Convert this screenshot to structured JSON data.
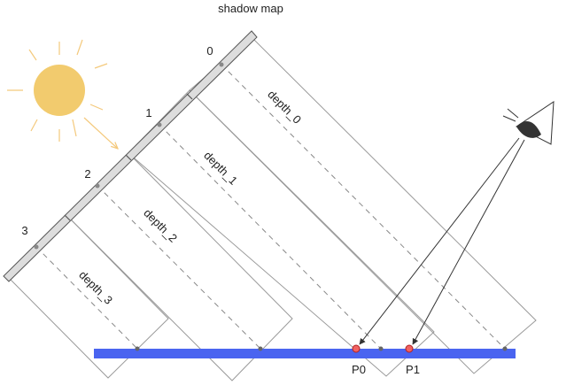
{
  "title": "shadow map",
  "map_indices": [
    "0",
    "1",
    "2",
    "3"
  ],
  "depth_labels": [
    "depth_0",
    "depth_1",
    "depth_2",
    "depth_3"
  ],
  "points": [
    "P0",
    "P1"
  ],
  "colors": {
    "sun": "#F2CB6E",
    "sun_rays": "#F4C97C",
    "shadow_map_fill": "#DDDDDD",
    "outline": "#555555",
    "frustum": "#999999",
    "ground": "#4A64F0",
    "point_fill": "#F06262",
    "point_stroke": "#B22222",
    "eye": "#333333",
    "arrow": "#333333"
  },
  "icons": [
    "sun-icon",
    "eye-icon"
  ]
}
